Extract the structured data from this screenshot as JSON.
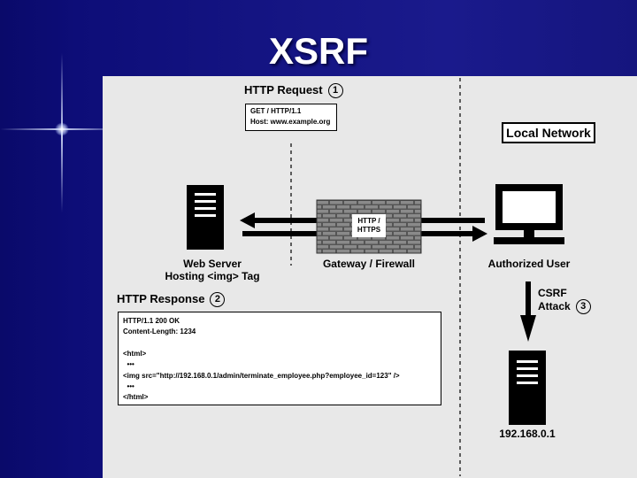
{
  "slide": {
    "title": "XSRF"
  },
  "request": {
    "title": "HTTP Request",
    "step": "1",
    "lines": [
      "GET / HTTP/1.1",
      "Host: www.example.org"
    ]
  },
  "response": {
    "title": "HTTP Response",
    "step": "2",
    "lines": [
      "HTTP/1.1 200 OK",
      "Content-Length: 1234",
      "",
      "<html>",
      "  •••",
      "<img src=\"http://192.168.0.1/admin/terminate_employee.php?employee_id=123\" />",
      "  •••",
      "</html>"
    ]
  },
  "network": {
    "label": "Local Network"
  },
  "gateway": {
    "label": "Gateway / Firewall",
    "protocol": [
      "HTTP /",
      "HTTPS"
    ]
  },
  "web_server": {
    "label_line1": "Web Server",
    "label_line2": "Hosting <img> Tag"
  },
  "user": {
    "label": "Authorized User"
  },
  "attack": {
    "label_line1": "CSRF",
    "label_line2": "Attack",
    "step": "3"
  },
  "target": {
    "label": "192.168.0.1"
  }
}
